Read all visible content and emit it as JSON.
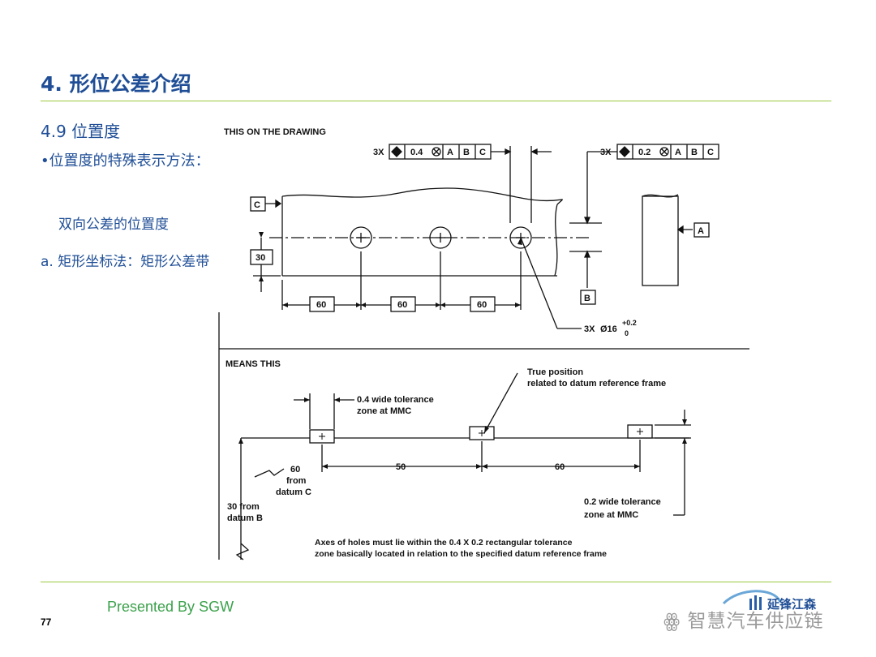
{
  "slide": {
    "title": "4. 形位公差介绍",
    "section": "4.9 位置度",
    "bullet": "•位置度的特殊表示方法：",
    "sub1": "双向公差的位置度",
    "sub2": "a. 矩形坐标法：矩形公差带",
    "footer": "Presented By SGW",
    "page_number": "77",
    "logo_text": "延锋江森",
    "watermark": "智慧汽车供应链"
  },
  "drawing": {
    "top_heading": "THIS ON THE DRAWING",
    "fcf_left": {
      "count": "3X",
      "tolerance": "0.4",
      "datums": [
        "A",
        "B",
        "C"
      ]
    },
    "fcf_right": {
      "count": "3X",
      "tolerance": "0.2",
      "datums": [
        "A",
        "B",
        "C"
      ]
    },
    "datum_c": "C",
    "datum_a": "A",
    "datum_b": "B",
    "dim_30": "30",
    "dim_60": "60",
    "hole_callout_count": "3X",
    "hole_callout_dia": "Ø16",
    "hole_tol_plus": "+0.2",
    "hole_tol_minus": "0",
    "bottom_heading": "MEANS THIS",
    "zone_04_line1": "0.4 wide tolerance",
    "zone_04_line2": "zone at MMC",
    "true_pos_line1": "True position",
    "true_pos_line2": "related to datum reference frame",
    "dim_60_from_c_1": "60",
    "dim_60_from_c_2": "from",
    "dim_60_from_c_3": "datum C",
    "dim_50": "50",
    "dim_60b": "60",
    "from_b_line1": "30 from",
    "from_b_line2": "datum B",
    "zone_02_line1": "0.2 wide tolerance",
    "zone_02_line2": "zone at MMC",
    "axes_note_line1": "Axes of holes must lie within the 0.4 X 0.2 rectangular tolerance",
    "axes_note_line2": "zone basically located in relation to the specified datum reference frame"
  }
}
